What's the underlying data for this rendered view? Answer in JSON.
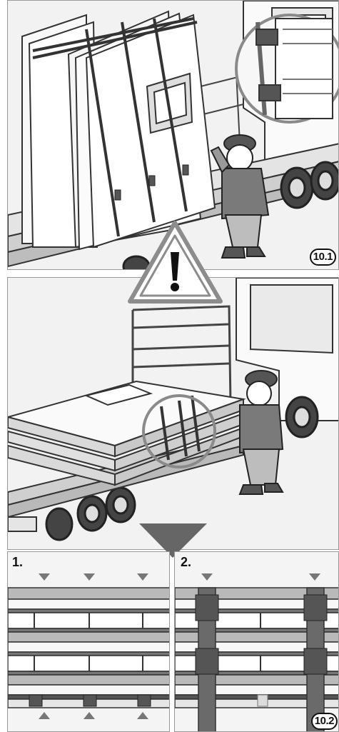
{
  "figures": {
    "top": {
      "badge": "10.1"
    },
    "middle": {},
    "bottom": {
      "steps": [
        {
          "label": "1."
        },
        {
          "label": "2."
        }
      ],
      "badge": "10.2"
    }
  },
  "colors": {
    "panel_bg": "#f2f2f2",
    "outline": "#333333",
    "strap": "#555555",
    "board": "#dcdcdc",
    "warning_fill": "#ffffff",
    "arrow": "#666666"
  },
  "icons": [
    "warning-triangle-icon",
    "down-arrow-icon",
    "exclamation-icon"
  ]
}
